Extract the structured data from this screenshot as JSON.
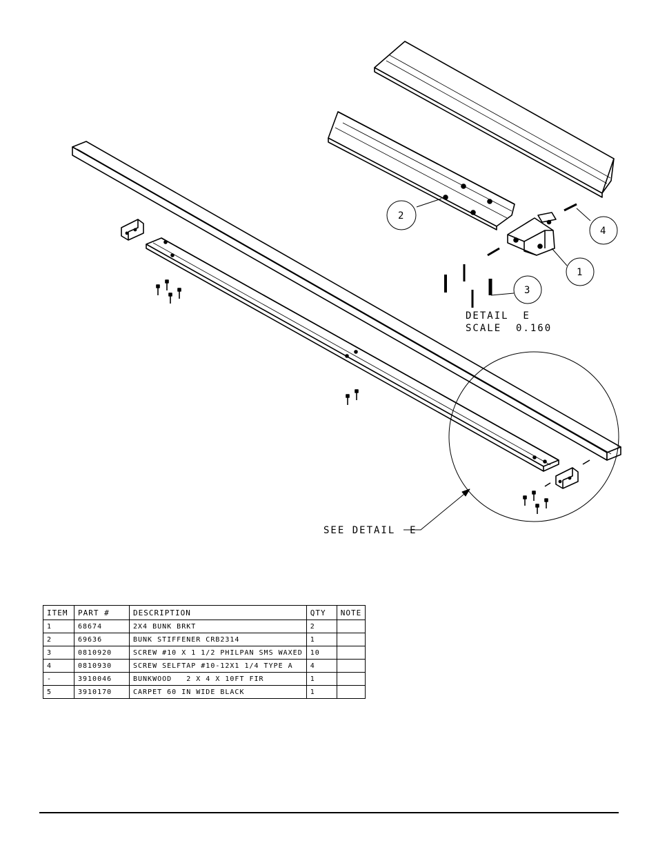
{
  "detail": {
    "title": "DETAIL  E",
    "scale": "SCALE  0.160",
    "see_detail": "SEE DETAIL  E"
  },
  "balloons": {
    "b1": "1",
    "b2": "2",
    "b3": "3",
    "b4": "4"
  },
  "bom": {
    "headers": [
      "ITEM",
      "PART #",
      "DESCRIPTION",
      "QTY",
      "NOTE"
    ],
    "rows": [
      {
        "item": "1",
        "part": "68674",
        "description": "2X4 BUNK BRKT",
        "qty": "2",
        "note": ""
      },
      {
        "item": "2",
        "part": "69636",
        "description": "BUNK STIFFENER CRB2314",
        "qty": "1",
        "note": ""
      },
      {
        "item": "3",
        "part": "0810920",
        "description": "SCREW #10 X 1 1/2 PHILPAN SMS WAXED",
        "qty": "10",
        "note": ""
      },
      {
        "item": "4",
        "part": "0810930",
        "description": "SCREW SELFTAP #10-12X1 1/4 TYPE A",
        "qty": "4",
        "note": ""
      },
      {
        "item": "-",
        "part": "3910046",
        "description": "BUNKWOOD   2 X 4 X 10FT FIR",
        "qty": "1",
        "note": ""
      },
      {
        "item": "5",
        "part": "3910170",
        "description": "CARPET 60 IN WIDE BLACK",
        "qty": "1",
        "note": ""
      }
    ]
  }
}
